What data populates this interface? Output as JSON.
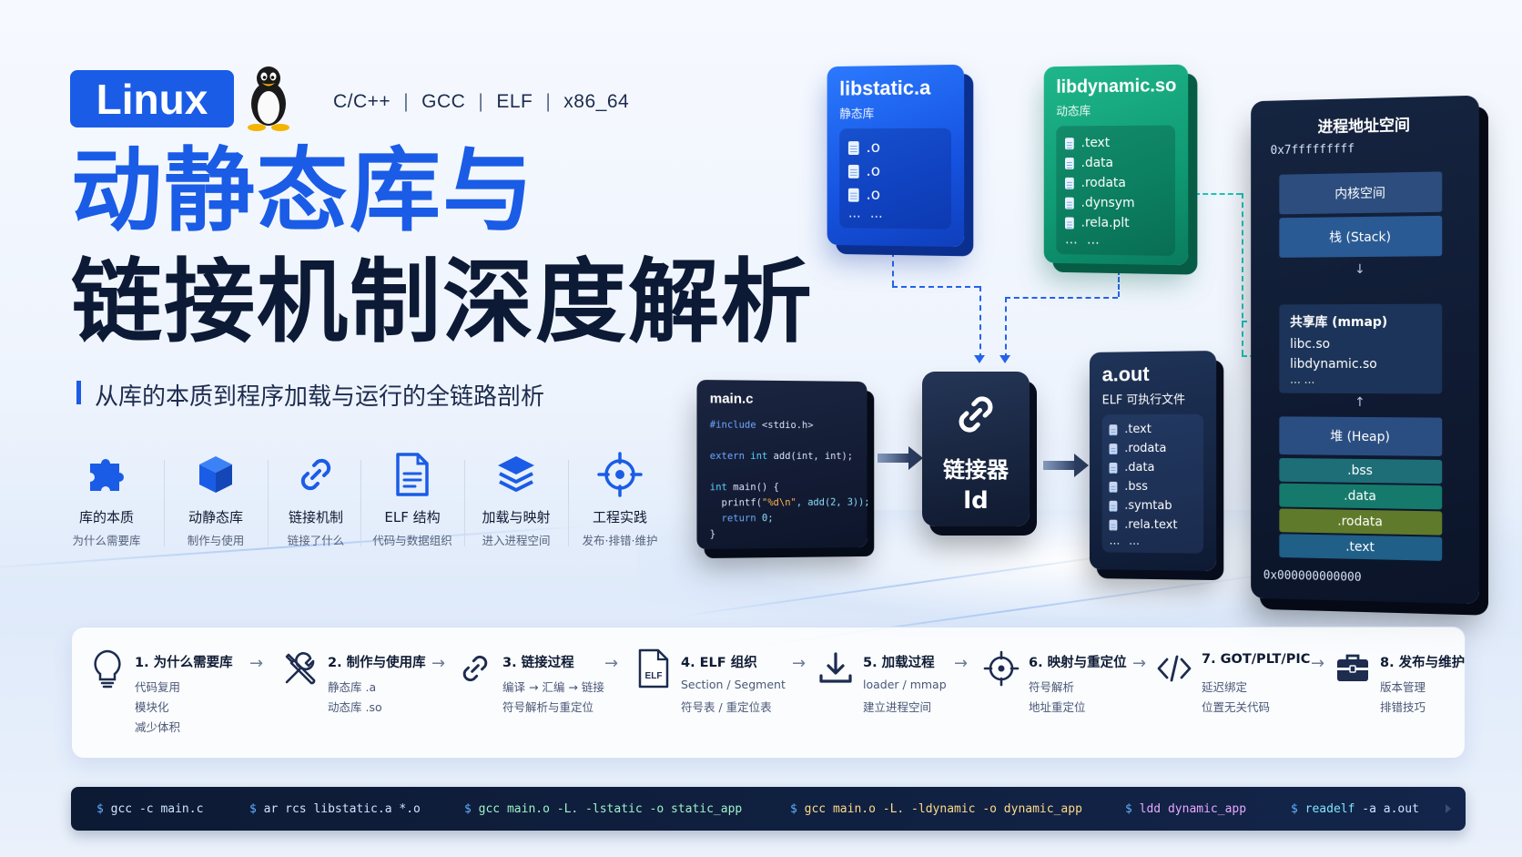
{
  "header": {
    "badge": "Linux",
    "tags": [
      "C/C++",
      "GCC",
      "ELF",
      "x86_64"
    ],
    "tag_sep": "|",
    "title_line1": "动静态库与",
    "title_line2": "链接机制深度解析",
    "subtitle": "从库的本质到程序加载与运行的全链路剖析"
  },
  "features": [
    {
      "icon": "puzzle-icon",
      "title": "库的本质",
      "sub": "为什么需要库"
    },
    {
      "icon": "cube-icon",
      "title": "动静态库",
      "sub": "制作与使用"
    },
    {
      "icon": "link-icon",
      "title": "链接机制",
      "sub": "链接了什么"
    },
    {
      "icon": "document-icon",
      "title": "ELF 结构",
      "sub": "代码与数据组织"
    },
    {
      "icon": "layers-icon",
      "title": "加载与映射",
      "sub": "进入进程空间"
    },
    {
      "icon": "target-icon",
      "title": "工程实践",
      "sub": "发布·排错·维护"
    }
  ],
  "static_lib": {
    "title": "libstatic.a",
    "sub": "静态库",
    "items": [
      ".o",
      ".o",
      ".o"
    ],
    "more": "… …"
  },
  "dynamic_lib": {
    "title": "libdynamic.so",
    "sub": "动态库",
    "items": [
      ".text",
      ".data",
      ".rodata",
      ".dynsym",
      ".rela.plt"
    ],
    "more": "… …"
  },
  "mainc": {
    "title": "main.c",
    "include": "#include",
    "include_file": " <stdio.h>",
    "extern_kw": "extern",
    "int_kw": "int",
    "extern_rest": " add(int, int);",
    "main_line": " main() {",
    "printf_pre": "  printf(",
    "printf_str": "\"%d\\n\"",
    "printf_post": ", add(2, 3));",
    "return_kw": "  return",
    "return_val": " 0;",
    "close": "}"
  },
  "linker": {
    "title": "链接器",
    "sub": "ld"
  },
  "aout": {
    "title": "a.out",
    "sub": "ELF 可执行文件",
    "items": [
      ".text",
      ".rodata",
      ".data",
      ".bss",
      ".symtab",
      ".rela.text"
    ],
    "more": "… …"
  },
  "process": {
    "title": "进程地址空间",
    "addr_high": "0x7fffffffff",
    "addr_low": "0x000000000000",
    "kernel": "内核空间",
    "stack": "栈 (Stack)",
    "mmap_title": "共享库 (mmap)",
    "mmap_items": [
      "libc.so",
      "libdynamic.so",
      "… …"
    ],
    "heap": "堆 (Heap)",
    "bss": ".bss",
    "data": ".data",
    "rodata": ".rodata",
    "text": ".text",
    "arrow_down": "↓",
    "arrow_up": "↑"
  },
  "steps": [
    {
      "icon": "lightbulb-icon",
      "title": "1. 为什么需要库",
      "lines": [
        "代码复用",
        "模块化",
        "减少体积"
      ]
    },
    {
      "icon": "tools-icon",
      "title": "2. 制作与使用库",
      "lines": [
        "静态库 .a",
        "动态库 .so"
      ]
    },
    {
      "icon": "link-icon",
      "title": "3. 链接过程",
      "lines": [
        "编译 → 汇编 → 链接",
        "符号解析与重定位"
      ]
    },
    {
      "icon": "elf-file-icon",
      "title": "4. ELF 组织",
      "lines": [
        "Section / Segment",
        "符号表 / 重定位表"
      ]
    },
    {
      "icon": "download-icon",
      "title": "5. 加载过程",
      "lines": [
        "loader / mmap",
        "建立进程空间"
      ]
    },
    {
      "icon": "crosshair-icon",
      "title": "6. 映射与重定位",
      "lines": [
        "符号解析",
        "地址重定位"
      ]
    },
    {
      "icon": "code-icon",
      "title": "7. GOT/PLT/PIC",
      "lines": [
        "延迟绑定",
        "位置无关代码"
      ]
    },
    {
      "icon": "toolbox-icon",
      "title": "8. 发布与维护",
      "lines": [
        "版本管理",
        "排错技巧"
      ]
    }
  ],
  "step_arrow": "→",
  "terminal": {
    "prompt": "$",
    "cmd1": "gcc -c main.c",
    "cmd2": "ar rcs libstatic.a *.o",
    "cmd3": "gcc main.o -L. -lstatic -o static_app",
    "cmd4": "gcc main.o -L. -ldynamic -o dynamic_app",
    "cmd5_a": "ldd",
    "cmd5_b": "dynamic_app",
    "cmd6_a": "readelf",
    "cmd6_b": "-a a.out"
  },
  "colors": {
    "brand_blue": "#1a5ce6",
    "static_blue": "#1553e0",
    "dynamic_green": "#0f9a73",
    "dark_navy": "#0d1a36"
  }
}
